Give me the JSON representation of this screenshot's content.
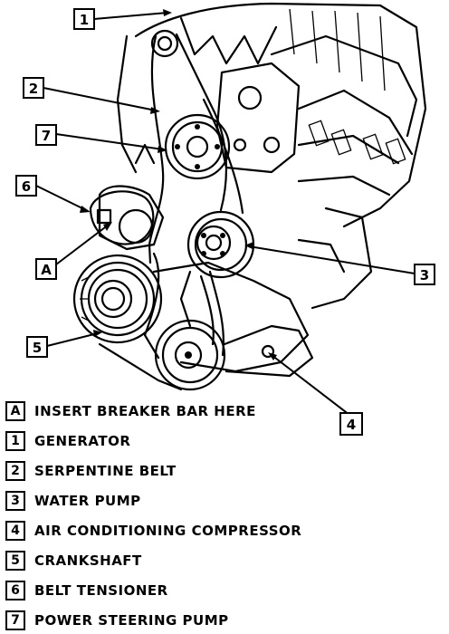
{
  "callouts": {
    "c1": "1",
    "c2": "2",
    "c7": "7",
    "c6": "6",
    "cA": "A",
    "c5": "5",
    "c3": "3",
    "c4": "4"
  },
  "legend": [
    {
      "key": "A",
      "label": "INSERT BREAKER BAR HERE"
    },
    {
      "key": "1",
      "label": "GENERATOR"
    },
    {
      "key": "2",
      "label": "SERPENTINE BELT"
    },
    {
      "key": "3",
      "label": "WATER PUMP"
    },
    {
      "key": "4",
      "label": "AIR CONDITIONING COMPRESSOR"
    },
    {
      "key": "5",
      "label": "CRANKSHAFT"
    },
    {
      "key": "6",
      "label": "BELT TENSIONER"
    },
    {
      "key": "7",
      "label": "POWER STEERING PUMP"
    }
  ]
}
